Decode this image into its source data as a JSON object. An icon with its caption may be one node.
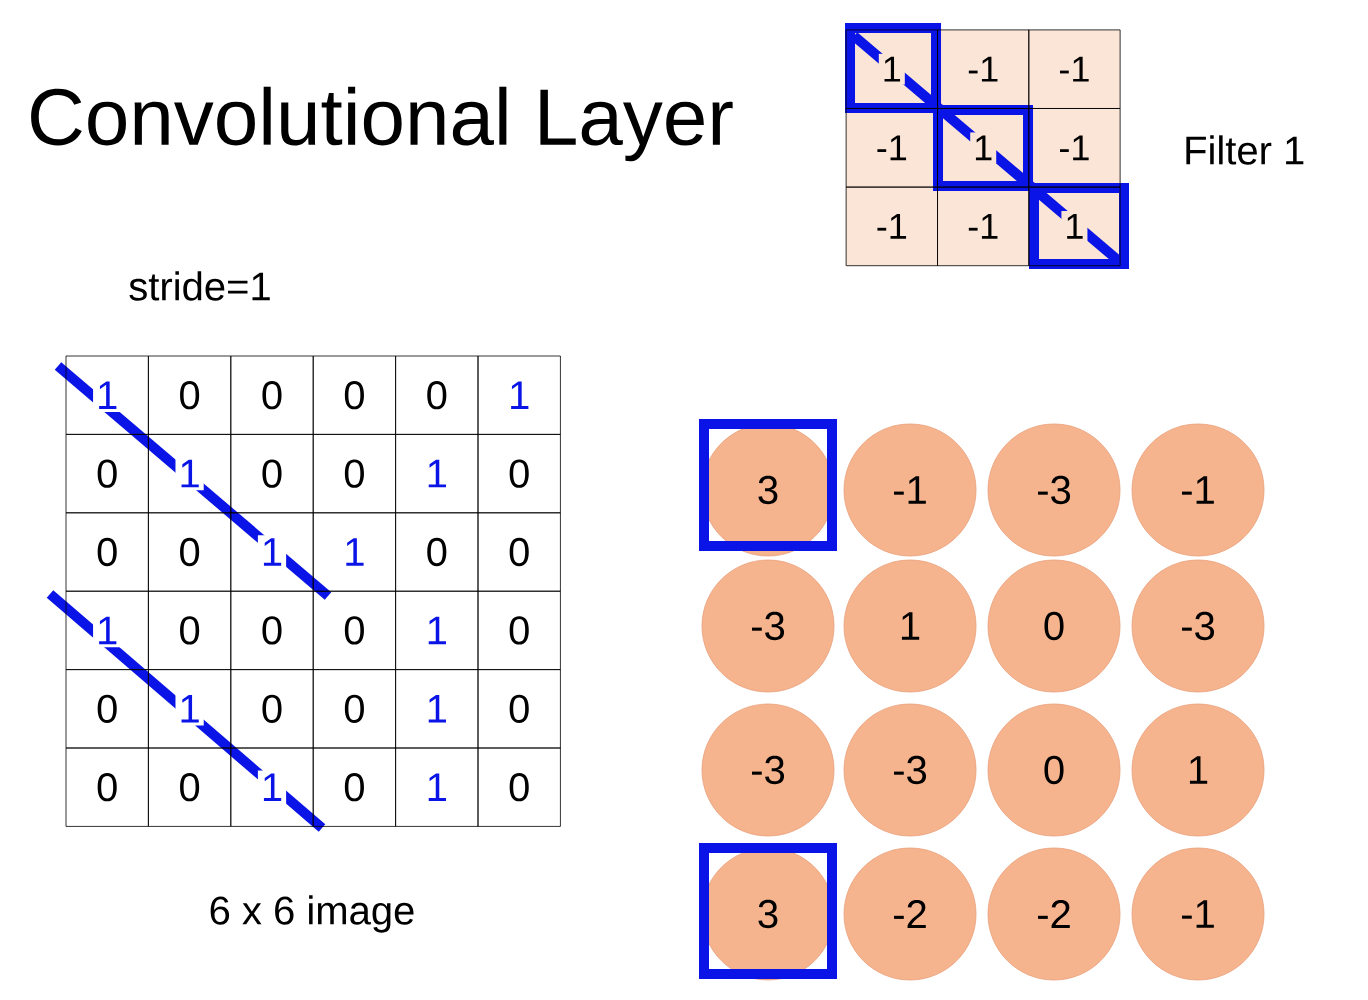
{
  "diagram": {
    "title": "Convolutional Layer",
    "nodes": [
      {
        "text": [
          "3"
        ]
      },
      {
        "text": [
          "-1"
        ]
      },
      {
        "text": [
          "-3"
        ]
      },
      {
        "text": [
          "-1"
        ]
      },
      {
        "text": [
          "-3"
        ]
      },
      {
        "text": [
          "1"
        ]
      },
      {
        "text": [
          "0"
        ]
      },
      {
        "text": [
          "-3"
        ]
      },
      {
        "text": [
          "-3"
        ]
      },
      {
        "text": [
          "-3"
        ]
      },
      {
        "text": [
          "0"
        ]
      },
      {
        "text": [
          "1"
        ]
      },
      {
        "text": [
          "3"
        ]
      },
      {
        "text": [
          "-2"
        ]
      },
      {
        "text": [
          "-2"
        ]
      },
      {
        "text": [
          "-1"
        ]
      }
    ],
    "labels": [
      "1",
      "-1",
      "-1",
      "-1",
      "1",
      "-1",
      "-1",
      "-1",
      "1",
      "Filter 1",
      "stride=1",
      "1",
      "0",
      "0",
      "0",
      "0",
      "1",
      "0",
      "1",
      "0",
      "0",
      "1",
      "0",
      "0",
      "0",
      "1",
      "1",
      "0",
      "0",
      "1",
      "0",
      "0",
      "0",
      "1",
      "0",
      "0",
      "1",
      "0",
      "0",
      "1",
      "0",
      "0",
      "0",
      "1",
      "0",
      "1",
      "0",
      "6 x 6 image"
    ]
  }
}
